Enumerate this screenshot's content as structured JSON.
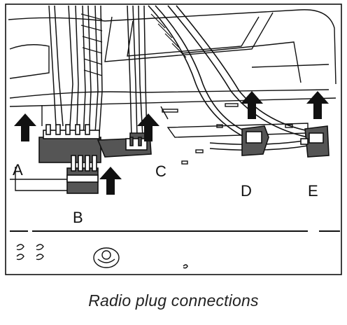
{
  "figure": {
    "caption": "Radio plug connections",
    "callouts": {
      "a": "A",
      "b": "B",
      "c": "C",
      "d": "D",
      "e": "E"
    }
  }
}
